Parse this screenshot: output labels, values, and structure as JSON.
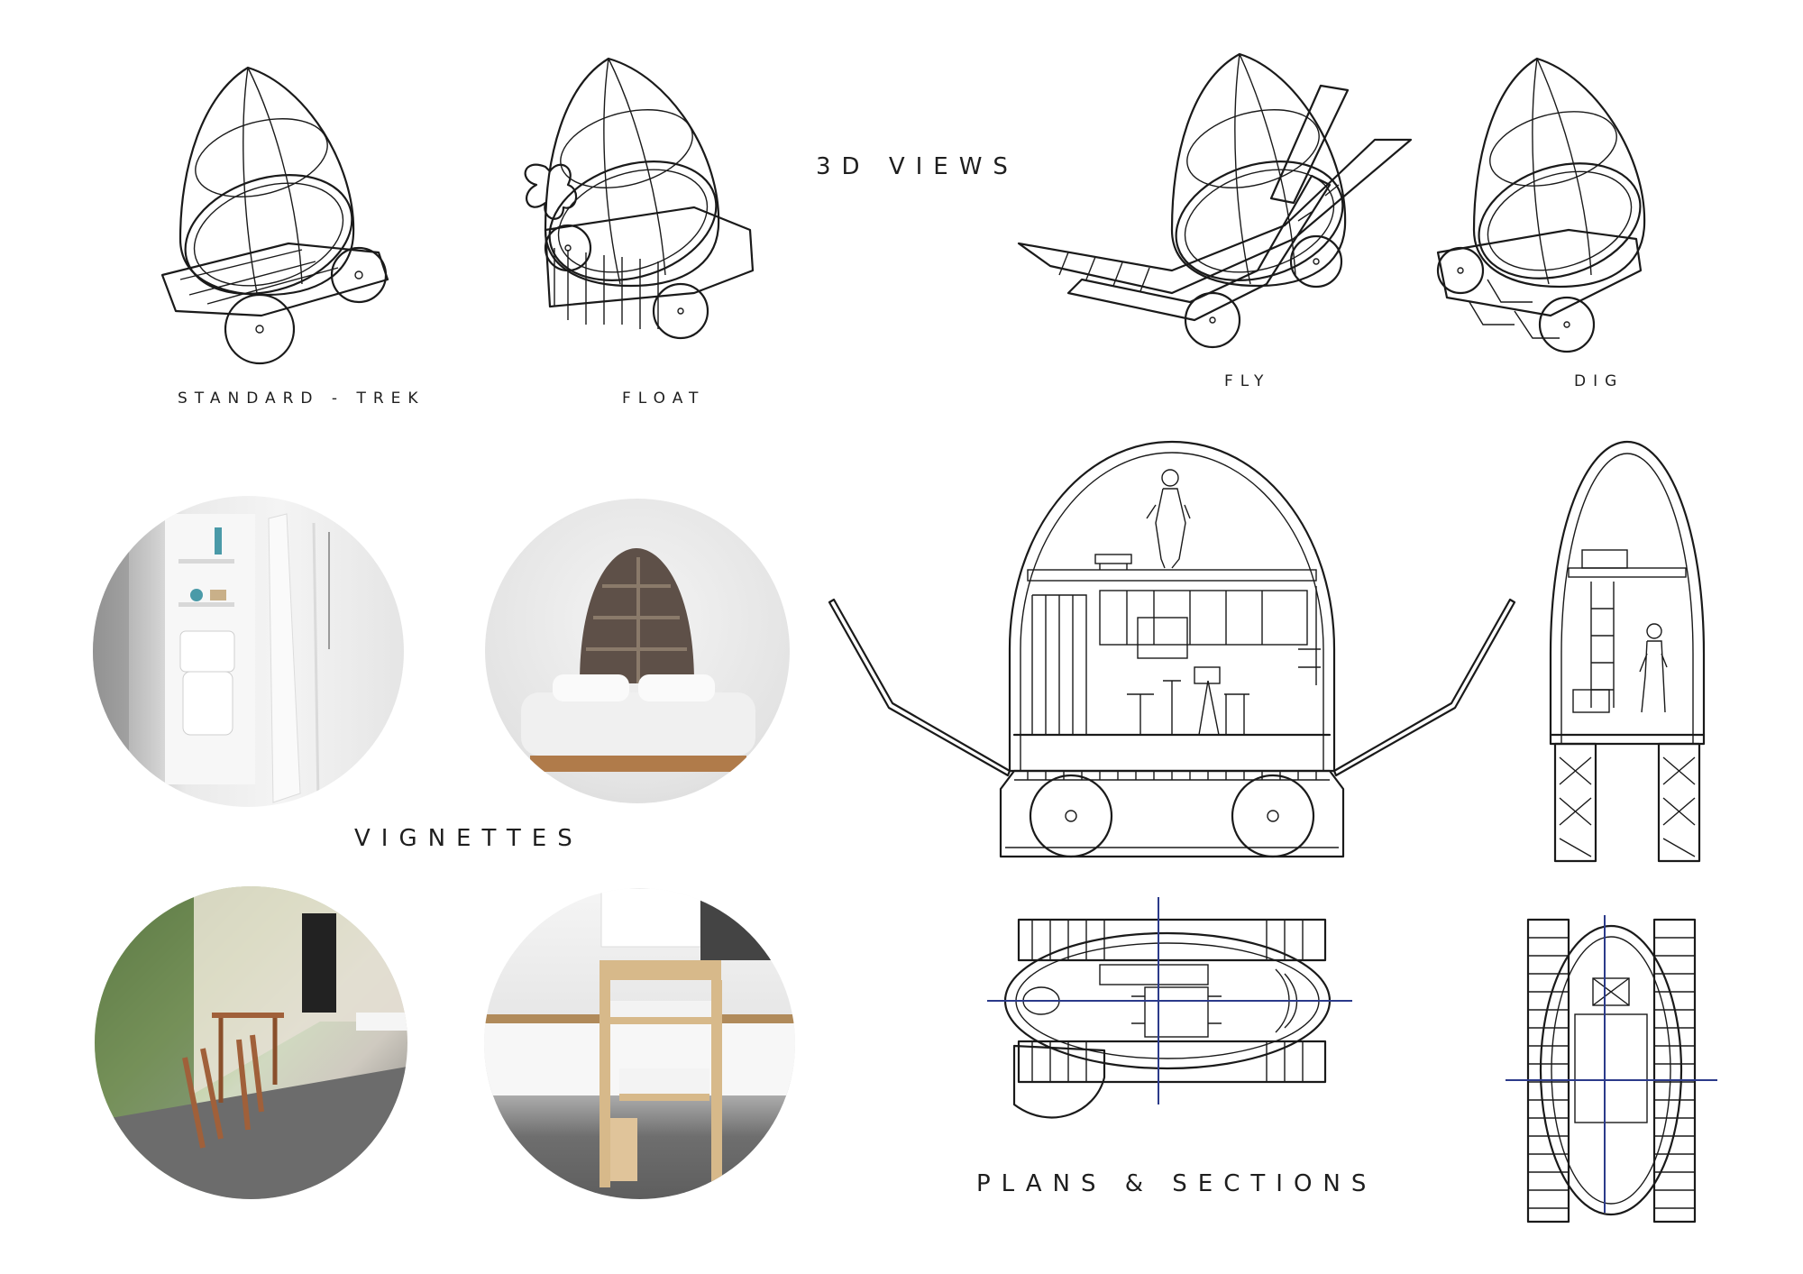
{
  "headings": {
    "views": "3D VIEWS",
    "vignettes": "VIGNETTES",
    "plans": "PLANS & SECTIONS"
  },
  "view_labels": {
    "standard": "STANDARD - TREK",
    "float": "FLOAT",
    "fly": "FLY",
    "dig": "DIG"
  },
  "colors": {
    "line": "#1a1a1a",
    "axis_blue": "#2b3a8a",
    "background": "#ffffff"
  }
}
